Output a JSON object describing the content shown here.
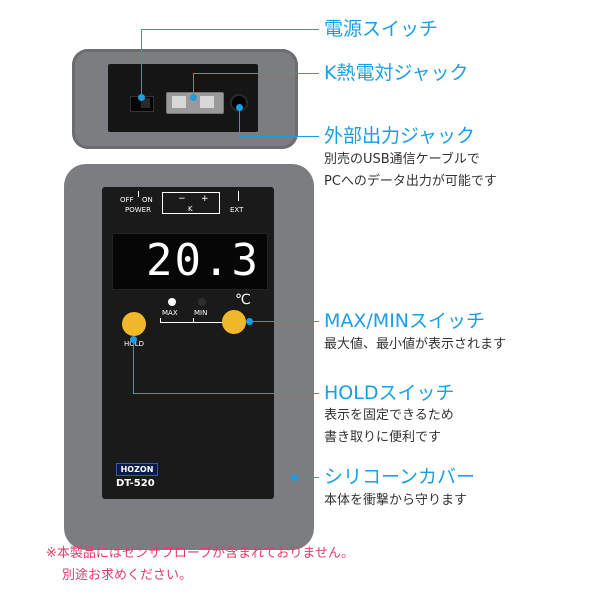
{
  "device": {
    "power_off": "OFF",
    "power_on": "ON",
    "power_label": "POWER",
    "k_minus": "−",
    "k_plus": "+",
    "k_label": "K",
    "ext_label": "EXT",
    "display_value": "20.3",
    "unit": "℃",
    "max_label": "MAX",
    "min_label": "MIN",
    "hold_label": "HOLD",
    "brand": "HOZON",
    "model": "DT-520"
  },
  "callouts": {
    "power_switch": {
      "title": "電源スイッチ"
    },
    "k_jack": {
      "title": "K熱電対ジャック"
    },
    "ext_jack": {
      "title": "外部出力ジャック",
      "line1": "別売のUSB通信ケーブルで",
      "line2": "PCへのデータ出力が可能です"
    },
    "maxmin": {
      "title": "MAX/MINスイッチ",
      "line1": "最大値、最小値が表示されます"
    },
    "hold": {
      "title": "HOLDスイッチ",
      "line1": "表示を固定できるため",
      "line2": "書き取りに便利です"
    },
    "silicone": {
      "title": "シリコーンカバー",
      "line1": "本体を衝撃から守ります"
    }
  },
  "note": {
    "line1": "※本製品にはセンサプローブが含まれておりません。",
    "line2": "別途お求めください。"
  },
  "colors": {
    "accent": "#1a9ee5",
    "note": "#e23b6a",
    "button": "#f0b92a",
    "cover": "#7b7d80"
  }
}
